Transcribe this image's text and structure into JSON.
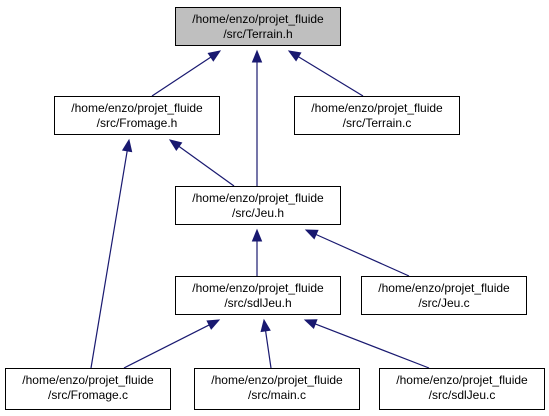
{
  "diagram": {
    "colors": {
      "highlighted_fill": "#bfbfbf",
      "node_fill": "#ffffff",
      "node_border": "#000000",
      "edge": "#191970"
    },
    "nodes": [
      {
        "id": "terrain_h",
        "line1": "/home/enzo/projet_fluide",
        "line2": "/src/Terrain.h",
        "highlighted": true
      },
      {
        "id": "fromage_h",
        "line1": "/home/enzo/projet_fluide",
        "line2": "/src/Fromage.h",
        "highlighted": false
      },
      {
        "id": "terrain_c",
        "line1": "/home/enzo/projet_fluide",
        "line2": "/src/Terrain.c",
        "highlighted": false
      },
      {
        "id": "jeu_h",
        "line1": "/home/enzo/projet_fluide",
        "line2": "/src/Jeu.h",
        "highlighted": false
      },
      {
        "id": "sdljeu_h",
        "line1": "/home/enzo/projet_fluide",
        "line2": "/src/sdlJeu.h",
        "highlighted": false
      },
      {
        "id": "jeu_c",
        "line1": "/home/enzo/projet_fluide",
        "line2": "/src/Jeu.c",
        "highlighted": false
      },
      {
        "id": "fromage_c",
        "line1": "/home/enzo/projet_fluide",
        "line2": "/src/Fromage.c",
        "highlighted": false
      },
      {
        "id": "main_c",
        "line1": "/home/enzo/projet_fluide",
        "line2": "/src/main.c",
        "highlighted": false
      },
      {
        "id": "sdljeu_c",
        "line1": "/home/enzo/projet_fluide",
        "line2": "/src/sdlJeu.c",
        "highlighted": false
      }
    ],
    "edges": [
      {
        "from": "fromage_h",
        "to": "terrain_h"
      },
      {
        "from": "jeu_h",
        "to": "terrain_h"
      },
      {
        "from": "terrain_c",
        "to": "terrain_h"
      },
      {
        "from": "fromage_c",
        "to": "fromage_h"
      },
      {
        "from": "jeu_h",
        "to": "fromage_h"
      },
      {
        "from": "sdljeu_h",
        "to": "jeu_h"
      },
      {
        "from": "jeu_c",
        "to": "jeu_h"
      },
      {
        "from": "fromage_c",
        "to": "sdljeu_h"
      },
      {
        "from": "main_c",
        "to": "sdljeu_h"
      },
      {
        "from": "sdljeu_c",
        "to": "sdljeu_h"
      }
    ]
  }
}
